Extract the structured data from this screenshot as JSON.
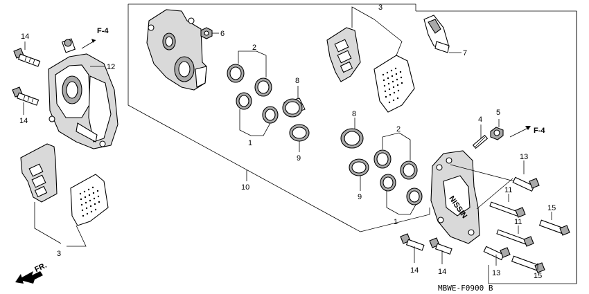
{
  "diagram": {
    "code": "MBWE-F0900 B",
    "arrows": {
      "front_left": "F-4",
      "front_right": "F-4",
      "forward": "FR."
    },
    "callouts": {
      "c1_top": "1",
      "c1_bottom": "1",
      "c2_top": "2",
      "c2_bottom": "2",
      "c3_top": "3",
      "c3_bottom": "3",
      "c4": "4",
      "c5": "5",
      "c6": "6",
      "c7": "7",
      "c8_top": "8",
      "c8_bottom": "8",
      "c9_top": "9",
      "c9_bottom": "9",
      "c10": "10",
      "c11_top": "11",
      "c11_bottom": "11",
      "c12": "12",
      "c13_top": "13",
      "c13_bottom": "13",
      "c14_a": "14",
      "c14_b": "14",
      "c14_c": "14",
      "c14_d": "14",
      "c15_top": "15",
      "c15_bottom": "15"
    },
    "caliper_brand": "NISSIN"
  }
}
